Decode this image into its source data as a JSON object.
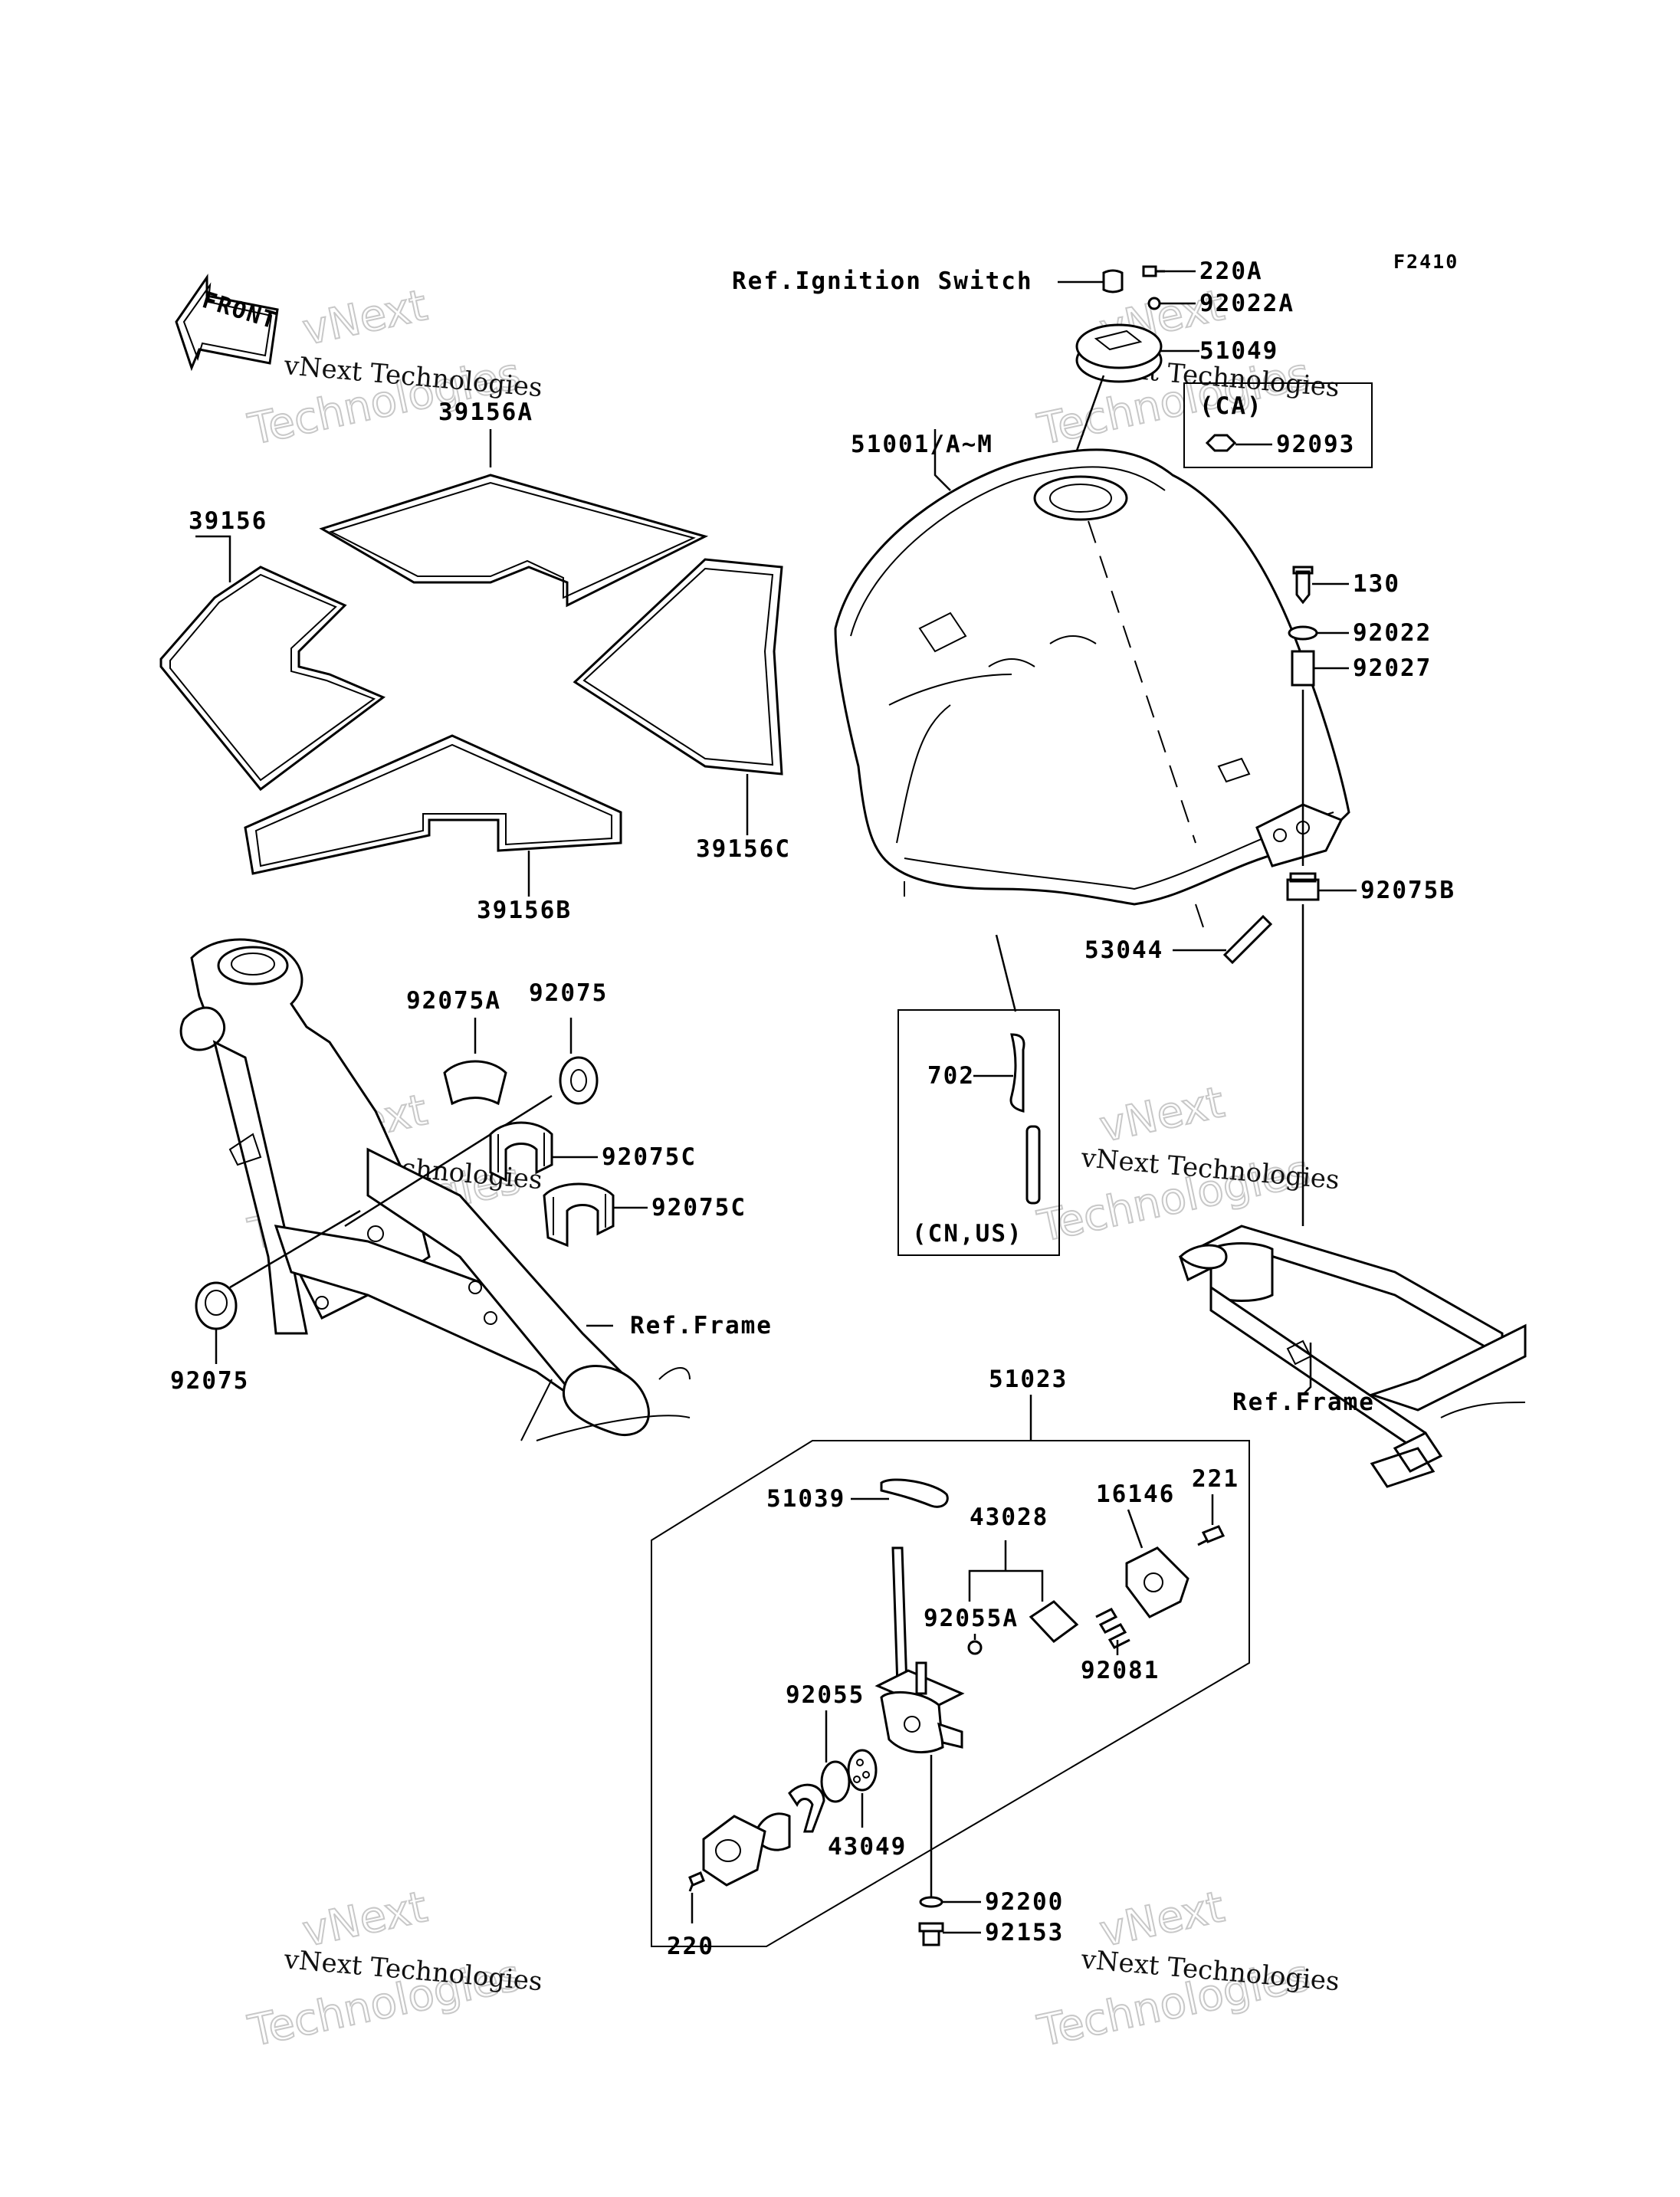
{
  "diagram": {
    "code": "F2410",
    "front_arrow_label": "FRONT",
    "watermark": {
      "line1": "vNext",
      "line2": "Technologies",
      "small": "vNext Technologies"
    },
    "labels": {
      "ref_ignition": "Ref.Ignition Switch",
      "p220A": "220A",
      "p92022A": "92022A",
      "p51049": "51049",
      "ca": "(CA)",
      "p92093": "92093",
      "p51001": "51001/A~M",
      "p130": "130",
      "p92022": "92022",
      "p92027": "92027",
      "p92075B": "92075B",
      "p53044": "53044",
      "p702": "702",
      "cnus": "(CN,US)",
      "p39156A": "39156A",
      "p39156": "39156",
      "p39156C": "39156C",
      "p39156B": "39156B",
      "p92075A": "92075A",
      "p92075_top": "92075",
      "p92075C_1": "92075C",
      "p92075C_2": "92075C",
      "ref_frame_left": "Ref.Frame",
      "p92075_bottom": "92075",
      "ref_frame_right": "Ref.Frame",
      "p51023": "51023",
      "p51039": "51039",
      "p43028": "43028",
      "p16146": "16146",
      "p221": "221",
      "p92055A": "92055A",
      "p92081": "92081",
      "p92055": "92055",
      "p43049": "43049",
      "p92200": "92200",
      "p92153": "92153",
      "p220": "220"
    }
  }
}
